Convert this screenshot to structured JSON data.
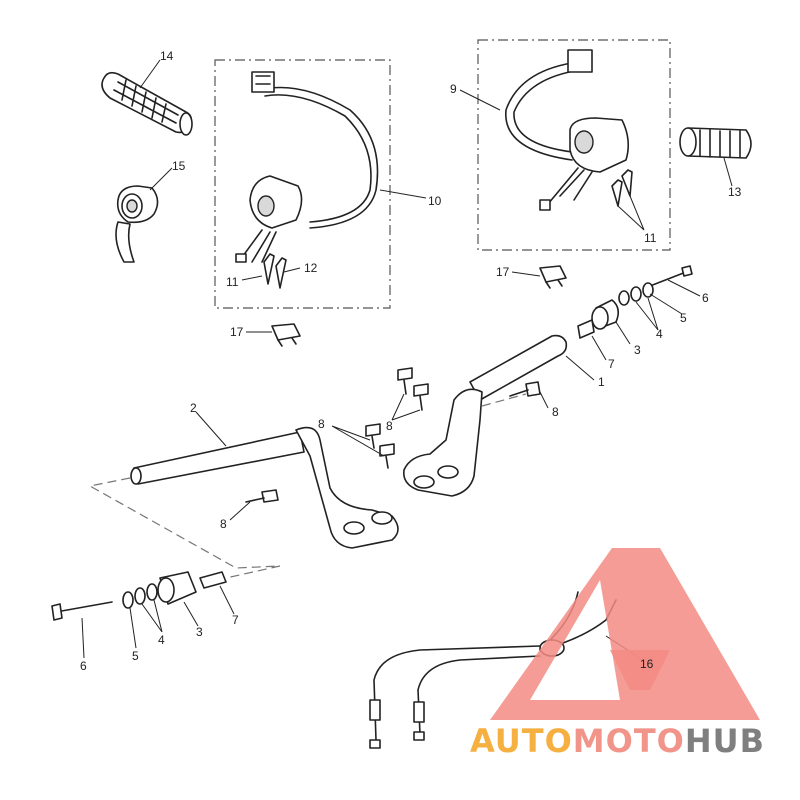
{
  "callouts": {
    "c14": "14",
    "c15": "15",
    "c10": "10",
    "c9": "9",
    "c13": "13",
    "c11a": "11",
    "c12": "12",
    "c11b": "11",
    "c17a": "17",
    "c17b": "17",
    "c6a": "6",
    "c5a": "5",
    "c4a": "4",
    "c3a": "3",
    "c7a": "7",
    "c1": "1",
    "c8a": "8",
    "c8b": "8",
    "c8c": "8",
    "c2": "2",
    "c8d": "8",
    "c6b": "6",
    "c5b": "5",
    "c4b": "4",
    "c3b": "3",
    "c7b": "7",
    "c16": "16"
  },
  "watermark": {
    "part1": "AUTO",
    "part2": "MOTO",
    "part3": "HUB",
    "color1": "#f5b041",
    "color2": "#f1948a",
    "color3": "#7f7f7f",
    "logo_color": "#f28b82"
  }
}
